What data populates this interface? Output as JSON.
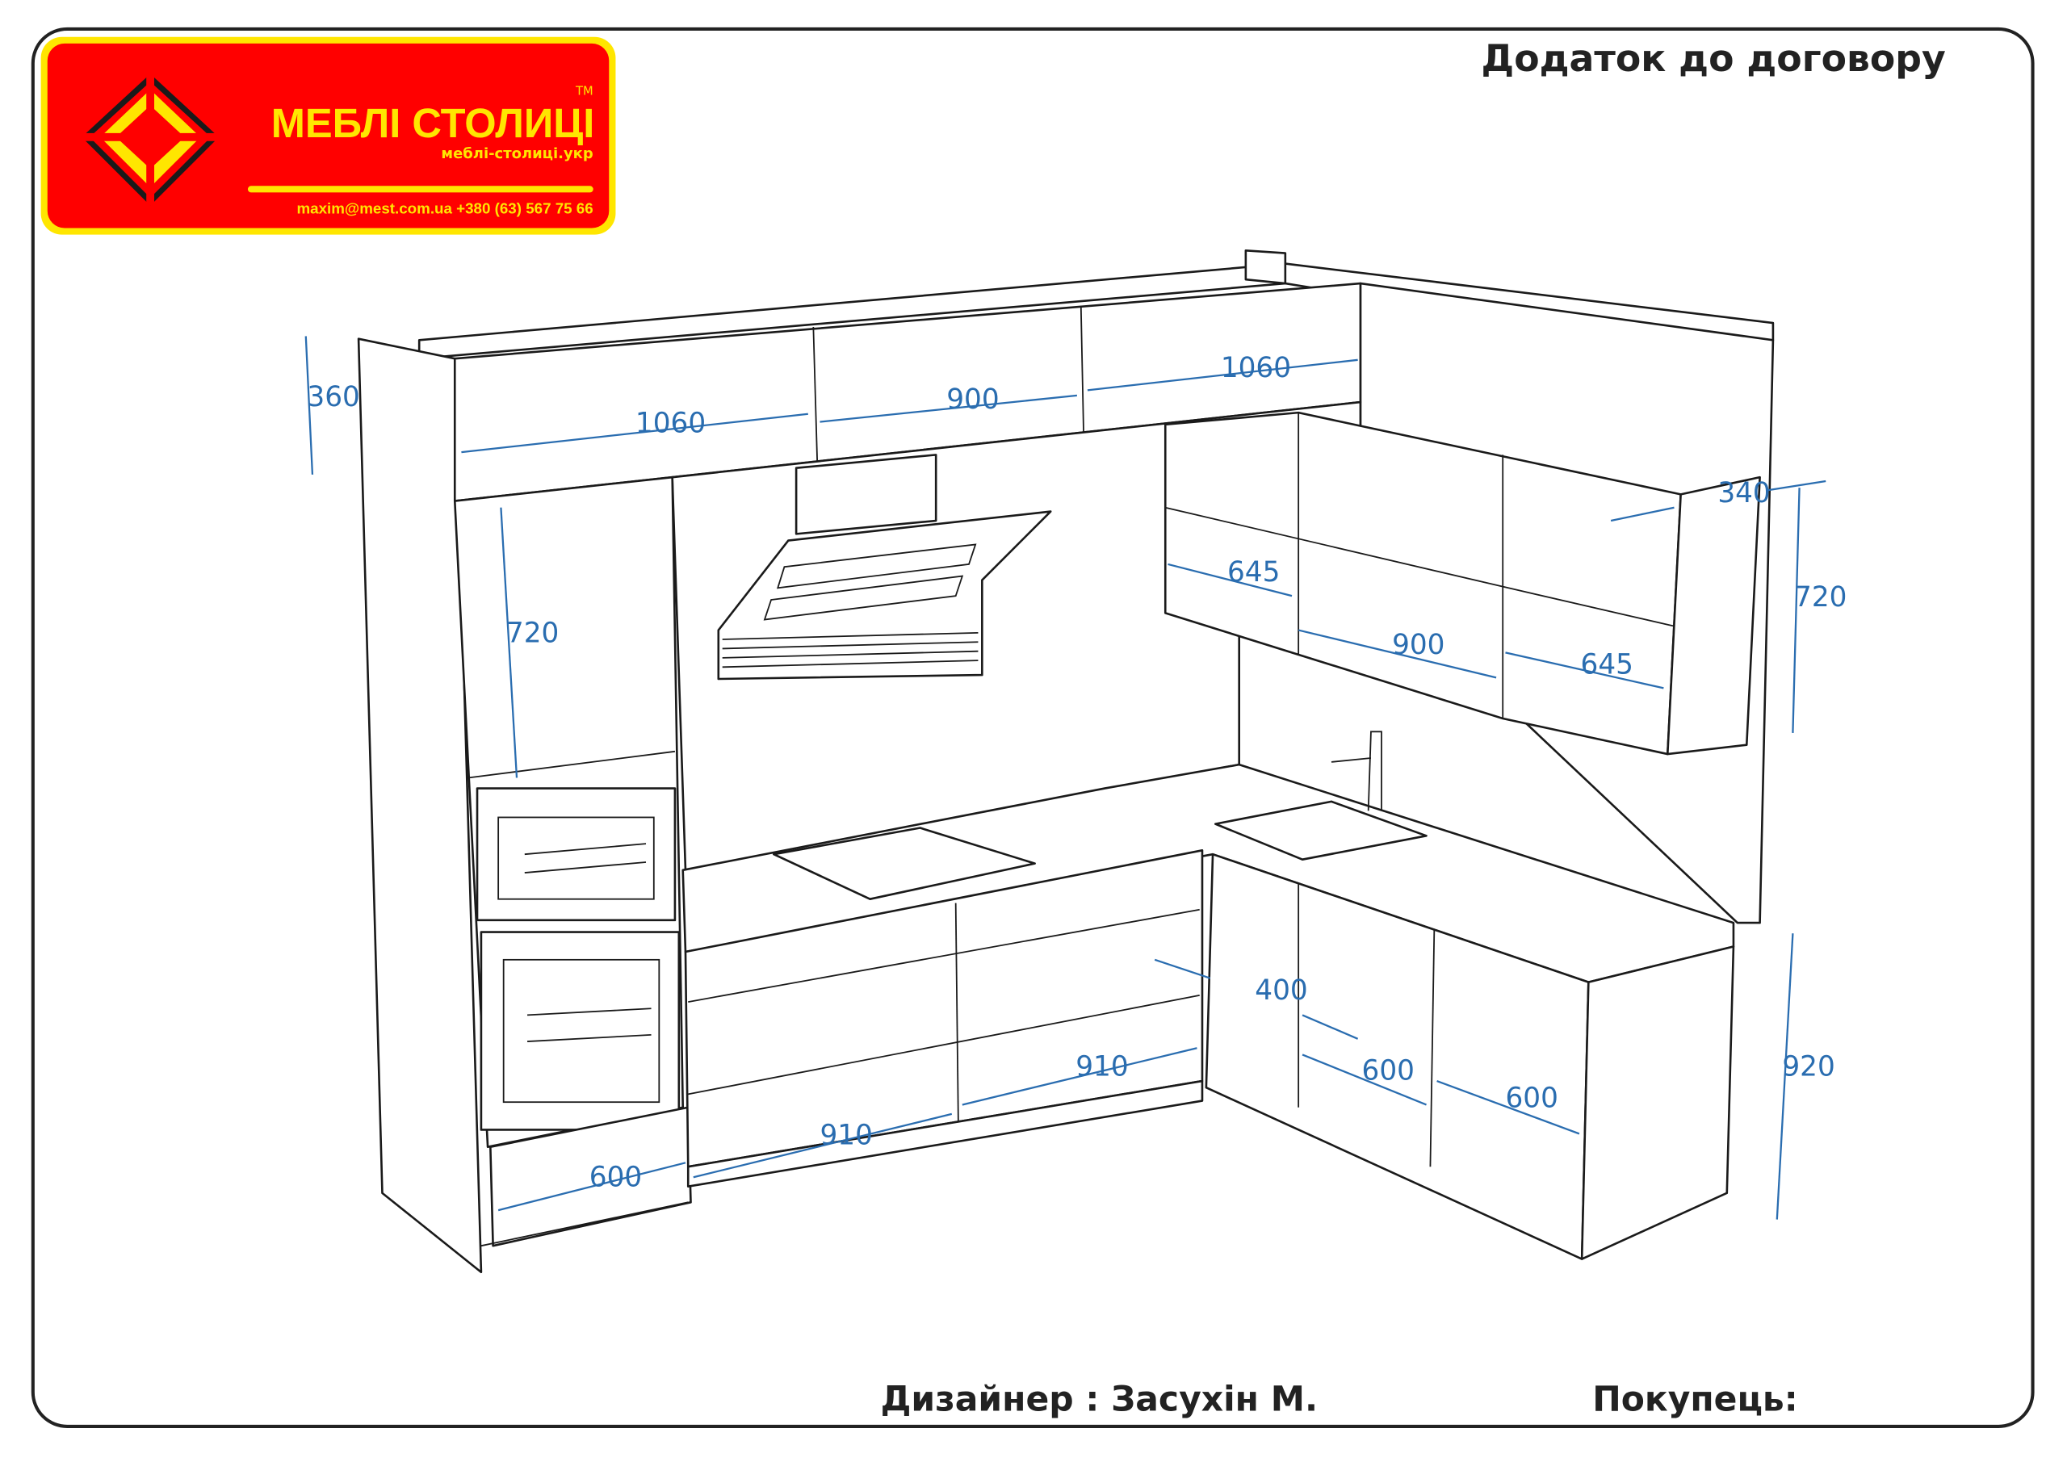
{
  "header": {
    "title": "Додаток до договору"
  },
  "logo": {
    "brand": "МЕБЛІ СТОЛИЦІ",
    "trademark": "TM",
    "website": "меблі-столиці.укр",
    "contacts": "maxim@mest.com.ua  +380 (63) 567 75 66",
    "colors": {
      "background": "#ff0000",
      "accent": "#ffe600",
      "dark": "#1a1a1a"
    }
  },
  "dimensions": {
    "upper_height": "360",
    "upper_left_width": "1060",
    "upper_mid_width": "900",
    "upper_right_width": "1060",
    "wall_depth": "340",
    "wall_height_right": "720",
    "wall_corner_left": "645",
    "wall_corner_mid": "900",
    "wall_corner_right": "645",
    "tall_upper_height": "720",
    "base_corner": "400",
    "base_right_1": "600",
    "base_right_2": "600",
    "base_height": "920",
    "base_mid_right": "910",
    "base_mid_left": "910",
    "base_left": "600"
  },
  "footer": {
    "designer": "Дизайнер : Засухін М.",
    "buyer": "Покупець:"
  },
  "dimension_color": "#2a6db0"
}
